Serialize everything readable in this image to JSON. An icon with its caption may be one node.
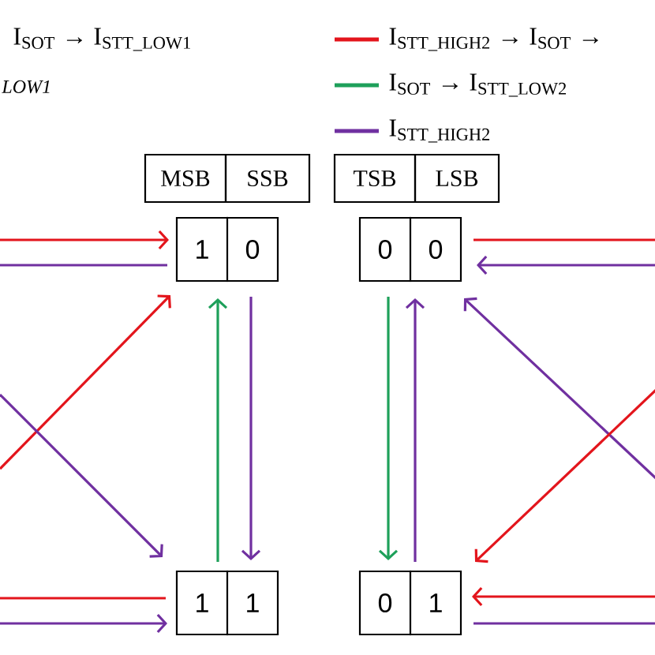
{
  "diagram": {
    "nodes": [
      {
        "text": [
          "MSB"
        ]
      },
      {
        "text": [
          "SSB"
        ]
      },
      {
        "text": [
          "TSB"
        ]
      },
      {
        "text": [
          "LSB"
        ]
      },
      {
        "text": [
          "1",
          "0"
        ]
      },
      {
        "text": [
          "0",
          "0"
        ]
      },
      {
        "text": [
          "1",
          "1"
        ]
      },
      {
        "text": [
          "0",
          "1"
        ]
      }
    ],
    "edges": [
      {
        "from": null,
        "to": 4,
        "arrow": "to",
        "color": "#e3151c"
      },
      {
        "from": 4,
        "to": null,
        "arrow": "none"
      },
      {
        "from": null,
        "to": 4,
        "arrow": "to",
        "color": "#e3151c"
      },
      {
        "from": null,
        "to": 6,
        "arrow": "to"
      },
      {
        "from": 6,
        "to": 4,
        "arrow": "to",
        "color": "#1ea05a"
      },
      {
        "from": 4,
        "to": 6,
        "arrow": "to"
      },
      {
        "from": 6,
        "to": null,
        "arrow": "none",
        "color": "#e3151c"
      },
      {
        "from": null,
        "to": 6,
        "arrow": "to"
      },
      {
        "from": 5,
        "to": null,
        "arrow": "none",
        "color": "#e3151c"
      },
      {
        "from": null,
        "to": 5,
        "arrow": "to"
      },
      {
        "from": 5,
        "to": 7,
        "arrow": "to",
        "color": "#1ea05a"
      },
      {
        "from": 7,
        "to": 5,
        "arrow": "to"
      },
      {
        "from": null,
        "to": 5,
        "arrow": "to"
      },
      {
        "from": null,
        "to": 7,
        "arrow": "to",
        "color": "#e3151c"
      },
      {
        "from": null,
        "to": 7,
        "arrow": "to",
        "color": "#e3151c"
      },
      {
        "from": 7,
        "to": null,
        "arrow": "none"
      }
    ],
    "labels": [
      "I$_{SOT}$ → I$_{STT_LOW1}$",
      "LOW1"
    ],
    "legend": [
      {
        "text": "I$_{STT_HIGH2}$ → I$_{SOT}$ →",
        "color": "#e3151c"
      },
      {
        "text": "I$_{SOT}$ → I$_{STT_LOW2}$",
        "color": "#1ea05a"
      },
      {
        "text": "I$_{STT_HIGH2}$",
        "color": "#7030a0"
      }
    ]
  }
}
